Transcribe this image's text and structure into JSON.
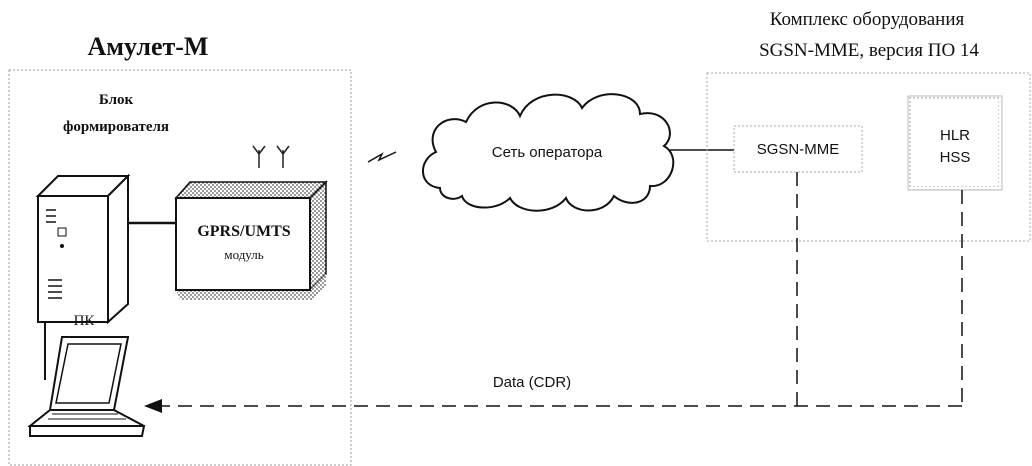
{
  "device": {
    "title": "Амулет-М",
    "block_label_line1": "Блок",
    "block_label_line2": "формирователя",
    "modem_label_line1": "GPRS/UMTS",
    "modem_label_line2": "модуль",
    "pc_label": "ПК"
  },
  "network": {
    "cloud_label": "Сеть оператора"
  },
  "complex": {
    "title_line1": "Комплекс оборудования",
    "title_line2": "SGSN-MME, версия ПО 14",
    "sgsn_label": "SGSN-MME",
    "hlr_label": "HLR",
    "hss_label": "HSS"
  },
  "link": {
    "data_label": "Data (CDR)"
  }
}
